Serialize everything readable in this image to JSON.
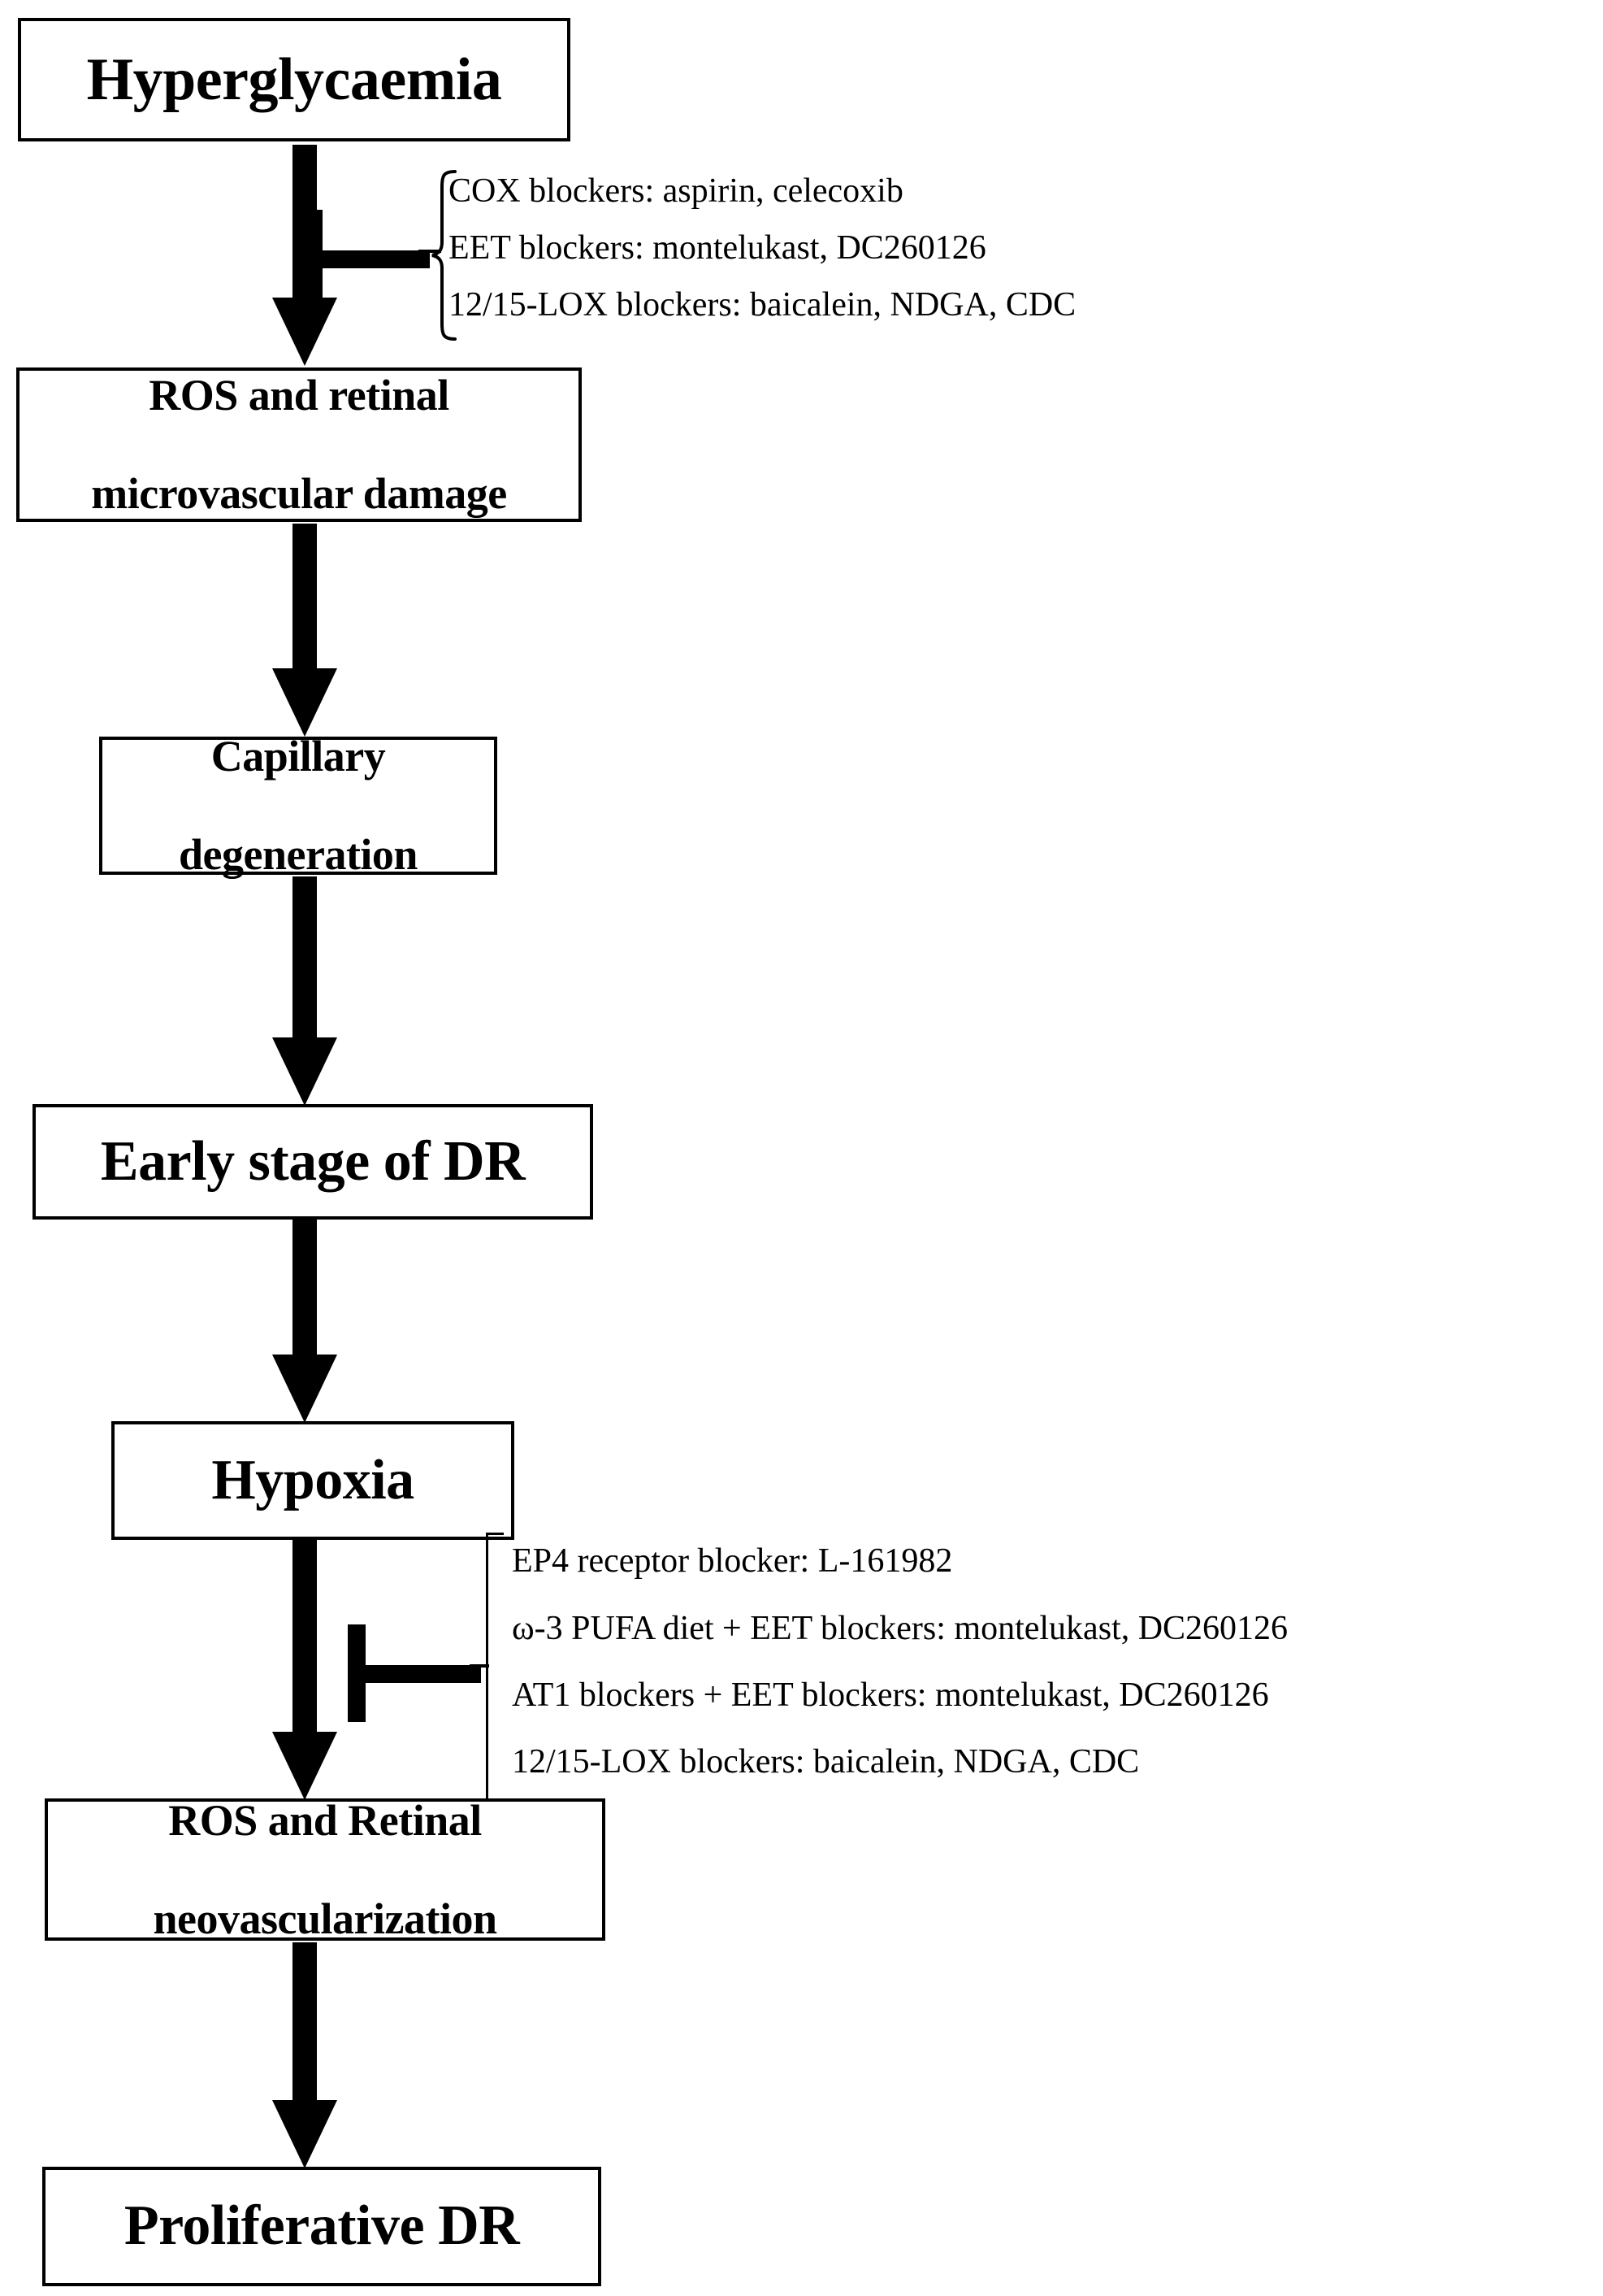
{
  "diagram": {
    "title": "Diabetic retinopathy progression and pharmacological blockers",
    "type": "flowchart",
    "stroke_color": "#000000",
    "background_color": "#ffffff",
    "nodes": [
      {
        "id": "hyperglycaemia",
        "label": "Hyperglycaemia"
      },
      {
        "id": "ros_microvascular",
        "label": "ROS and retinal\nmicrovascular damage",
        "line1": "ROS and retinal",
        "line2": "microvascular damage"
      },
      {
        "id": "capillary_degeneration",
        "label": "Capillary\ndegeneration",
        "line1": "Capillary",
        "line2": "degeneration"
      },
      {
        "id": "early_dr",
        "label": "Early stage of DR"
      },
      {
        "id": "hypoxia",
        "label": "Hypoxia"
      },
      {
        "id": "ros_neovascularization",
        "label": "ROS and Retinal\nneovascularization",
        "line1": "ROS and Retinal",
        "line2": "neovascularization"
      },
      {
        "id": "proliferative_dr",
        "label": "Proliferative DR"
      }
    ],
    "annotations": [
      {
        "id": "annotation-top",
        "attached_to": "hyperglycaemia-to-ros-arrow",
        "marker": "inhibition",
        "bracket": "curly",
        "lines": [
          "COX blockers: aspirin, celecoxib",
          "EET blockers: montelukast, DC260126",
          "12/15-LOX  blockers: baicalein, NDGA, CDC"
        ]
      },
      {
        "id": "annotation-bottom",
        "attached_to": "hypoxia-to-neovascularization-arrow",
        "marker": "inhibition",
        "bracket": "square",
        "lines": [
          "EP4 receptor blocker: L-161982",
          "ω-3 PUFA diet + EET blockers: montelukast, DC260126",
          "AT1 blockers + EET blockers: montelukast, DC260126",
          "12/15-LOX  blockers: baicalein, NDGA, CDC"
        ]
      }
    ],
    "edges": [
      {
        "from": "hyperglycaemia",
        "to": "ros_microvascular",
        "style": "arrow",
        "inhibited": true
      },
      {
        "from": "ros_microvascular",
        "to": "capillary_degeneration",
        "style": "arrow",
        "inhibited": false
      },
      {
        "from": "capillary_degeneration",
        "to": "early_dr",
        "style": "arrow",
        "inhibited": false
      },
      {
        "from": "early_dr",
        "to": "hypoxia",
        "style": "arrow",
        "inhibited": false
      },
      {
        "from": "hypoxia",
        "to": "ros_neovascularization",
        "style": "arrow",
        "inhibited": true
      },
      {
        "from": "ros_neovascularization",
        "to": "proliferative_dr",
        "style": "arrow",
        "inhibited": false
      }
    ]
  }
}
